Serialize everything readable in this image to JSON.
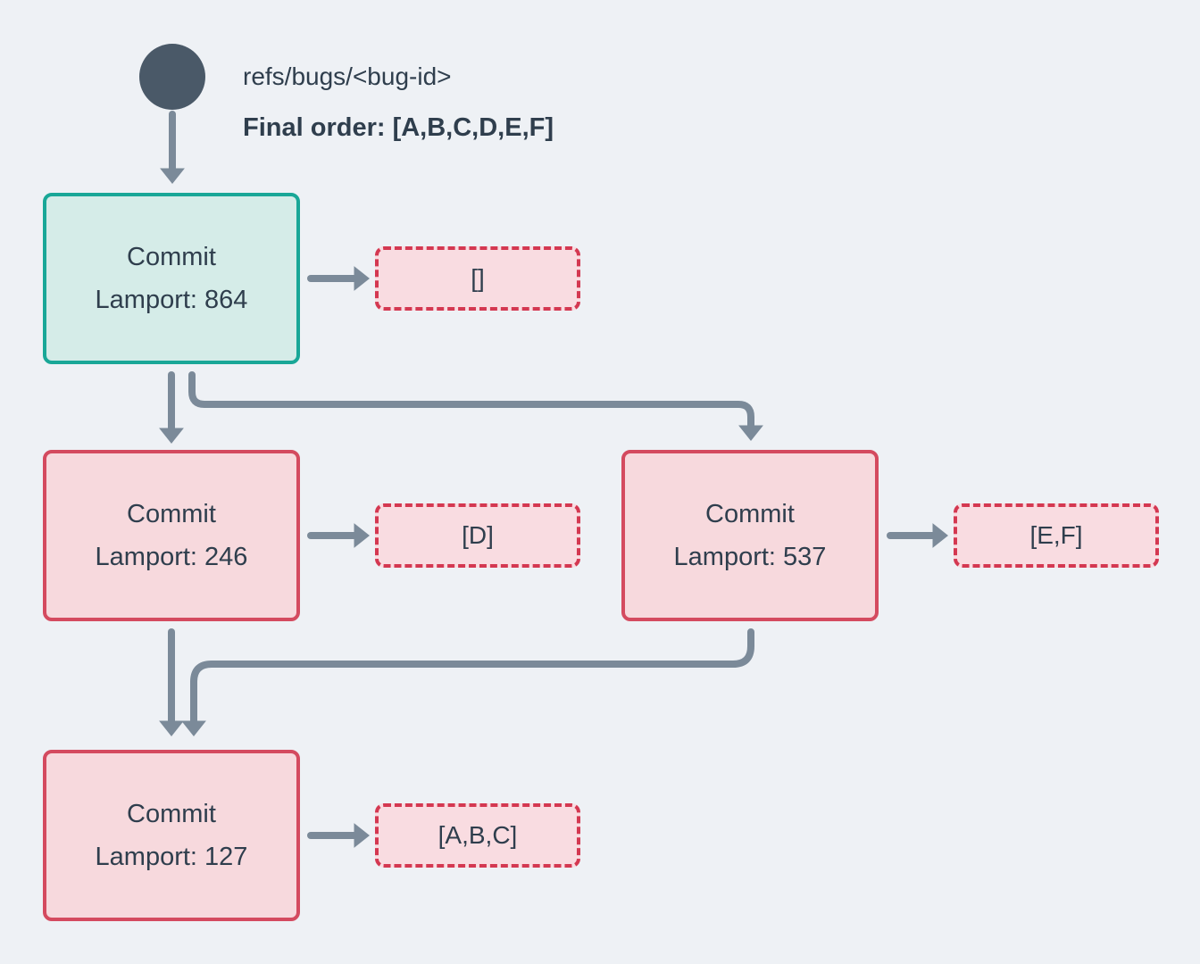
{
  "header": {
    "ref_label": "refs/bugs/<bug-id>",
    "final_order": "Final order: [A,B,C,D,E,F]"
  },
  "nodes": {
    "root": {
      "title": "Commit",
      "lamport": "Lamport: 864",
      "payload": "[]"
    },
    "left": {
      "title": "Commit",
      "lamport": "Lamport: 246",
      "payload": "[D]"
    },
    "right": {
      "title": "Commit",
      "lamport": "Lamport: 537",
      "payload": "[E,F]"
    },
    "merge": {
      "title": "Commit",
      "lamport": "Lamport: 127",
      "payload": "[A,B,C]"
    }
  },
  "colors": {
    "background": "#eef1f5",
    "ref_dot": "#4a5968",
    "arrow": "#7b8a99",
    "text": "#2f3e4d",
    "commit_root_border": "#19a797",
    "commit_root_fill": "#d5ece8",
    "commit_red_border": "#d44a5f",
    "commit_red_fill": "#f7d9dd",
    "payload_border": "#d43851",
    "payload_fill": "#f9dce1"
  }
}
